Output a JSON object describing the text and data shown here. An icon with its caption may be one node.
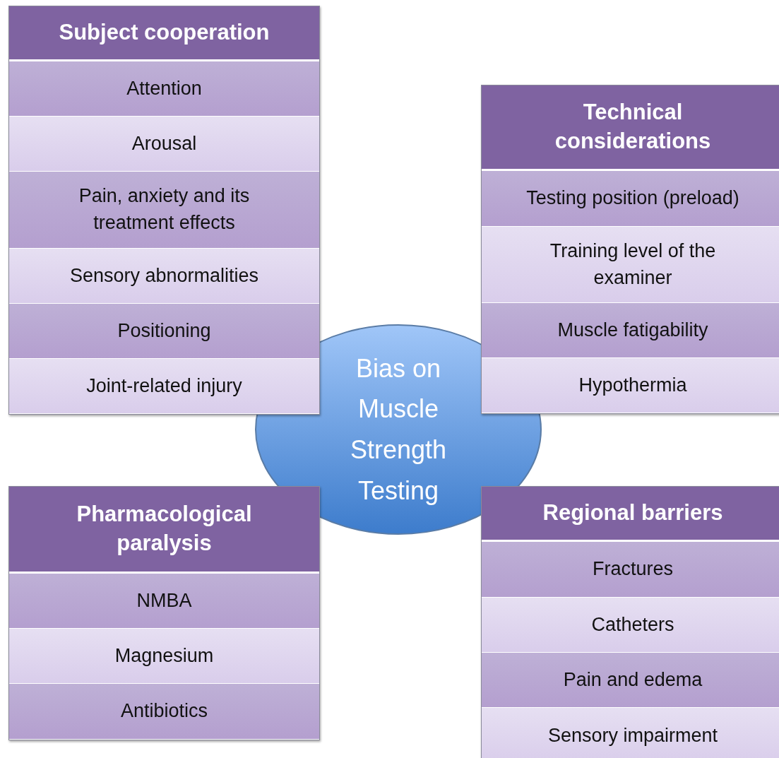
{
  "diagram": {
    "nodes": [
      {
        "text": [
          "Subject cooperation"
        ]
      },
      {
        "text": [
          "Attention"
        ],
        "in": 0
      },
      {
        "text": [
          "Arousal"
        ],
        "in": 0
      },
      {
        "text": [
          "Pain, anxiety and its treatment effects"
        ],
        "in": 0
      },
      {
        "text": [
          "Sensory abnormalities"
        ],
        "in": 0
      },
      {
        "text": [
          "Positioning"
        ],
        "in": 0
      },
      {
        "text": [
          "Joint-related injury"
        ],
        "in": 0
      },
      {
        "text": [
          "Technical considerations"
        ]
      },
      {
        "text": [
          "Testing position (preload)"
        ],
        "in": 7
      },
      {
        "text": [
          "Training level of the examiner"
        ],
        "in": 7
      },
      {
        "text": [
          "Muscle fatigability"
        ],
        "in": 7
      },
      {
        "text": [
          "Hypothermia"
        ],
        "in": 7
      },
      {
        "text": [
          "Bias on Muscle Strength Testing"
        ]
      },
      {
        "text": [
          "Pharmacological paralysis"
        ]
      },
      {
        "text": [
          "NMBA"
        ],
        "in": 13
      },
      {
        "text": [
          "Magnesium"
        ],
        "in": 13
      },
      {
        "text": [
          "Antibiotics"
        ],
        "in": 13
      },
      {
        "text": [
          "Regional barriers"
        ]
      },
      {
        "text": [
          "Fractures"
        ],
        "in": 17
      },
      {
        "text": [
          "Catheters"
        ],
        "in": 17
      },
      {
        "text": [
          "Pain and edema"
        ],
        "in": 17
      },
      {
        "text": [
          "Sensory impairment"
        ],
        "in": 17
      }
    ]
  }
}
